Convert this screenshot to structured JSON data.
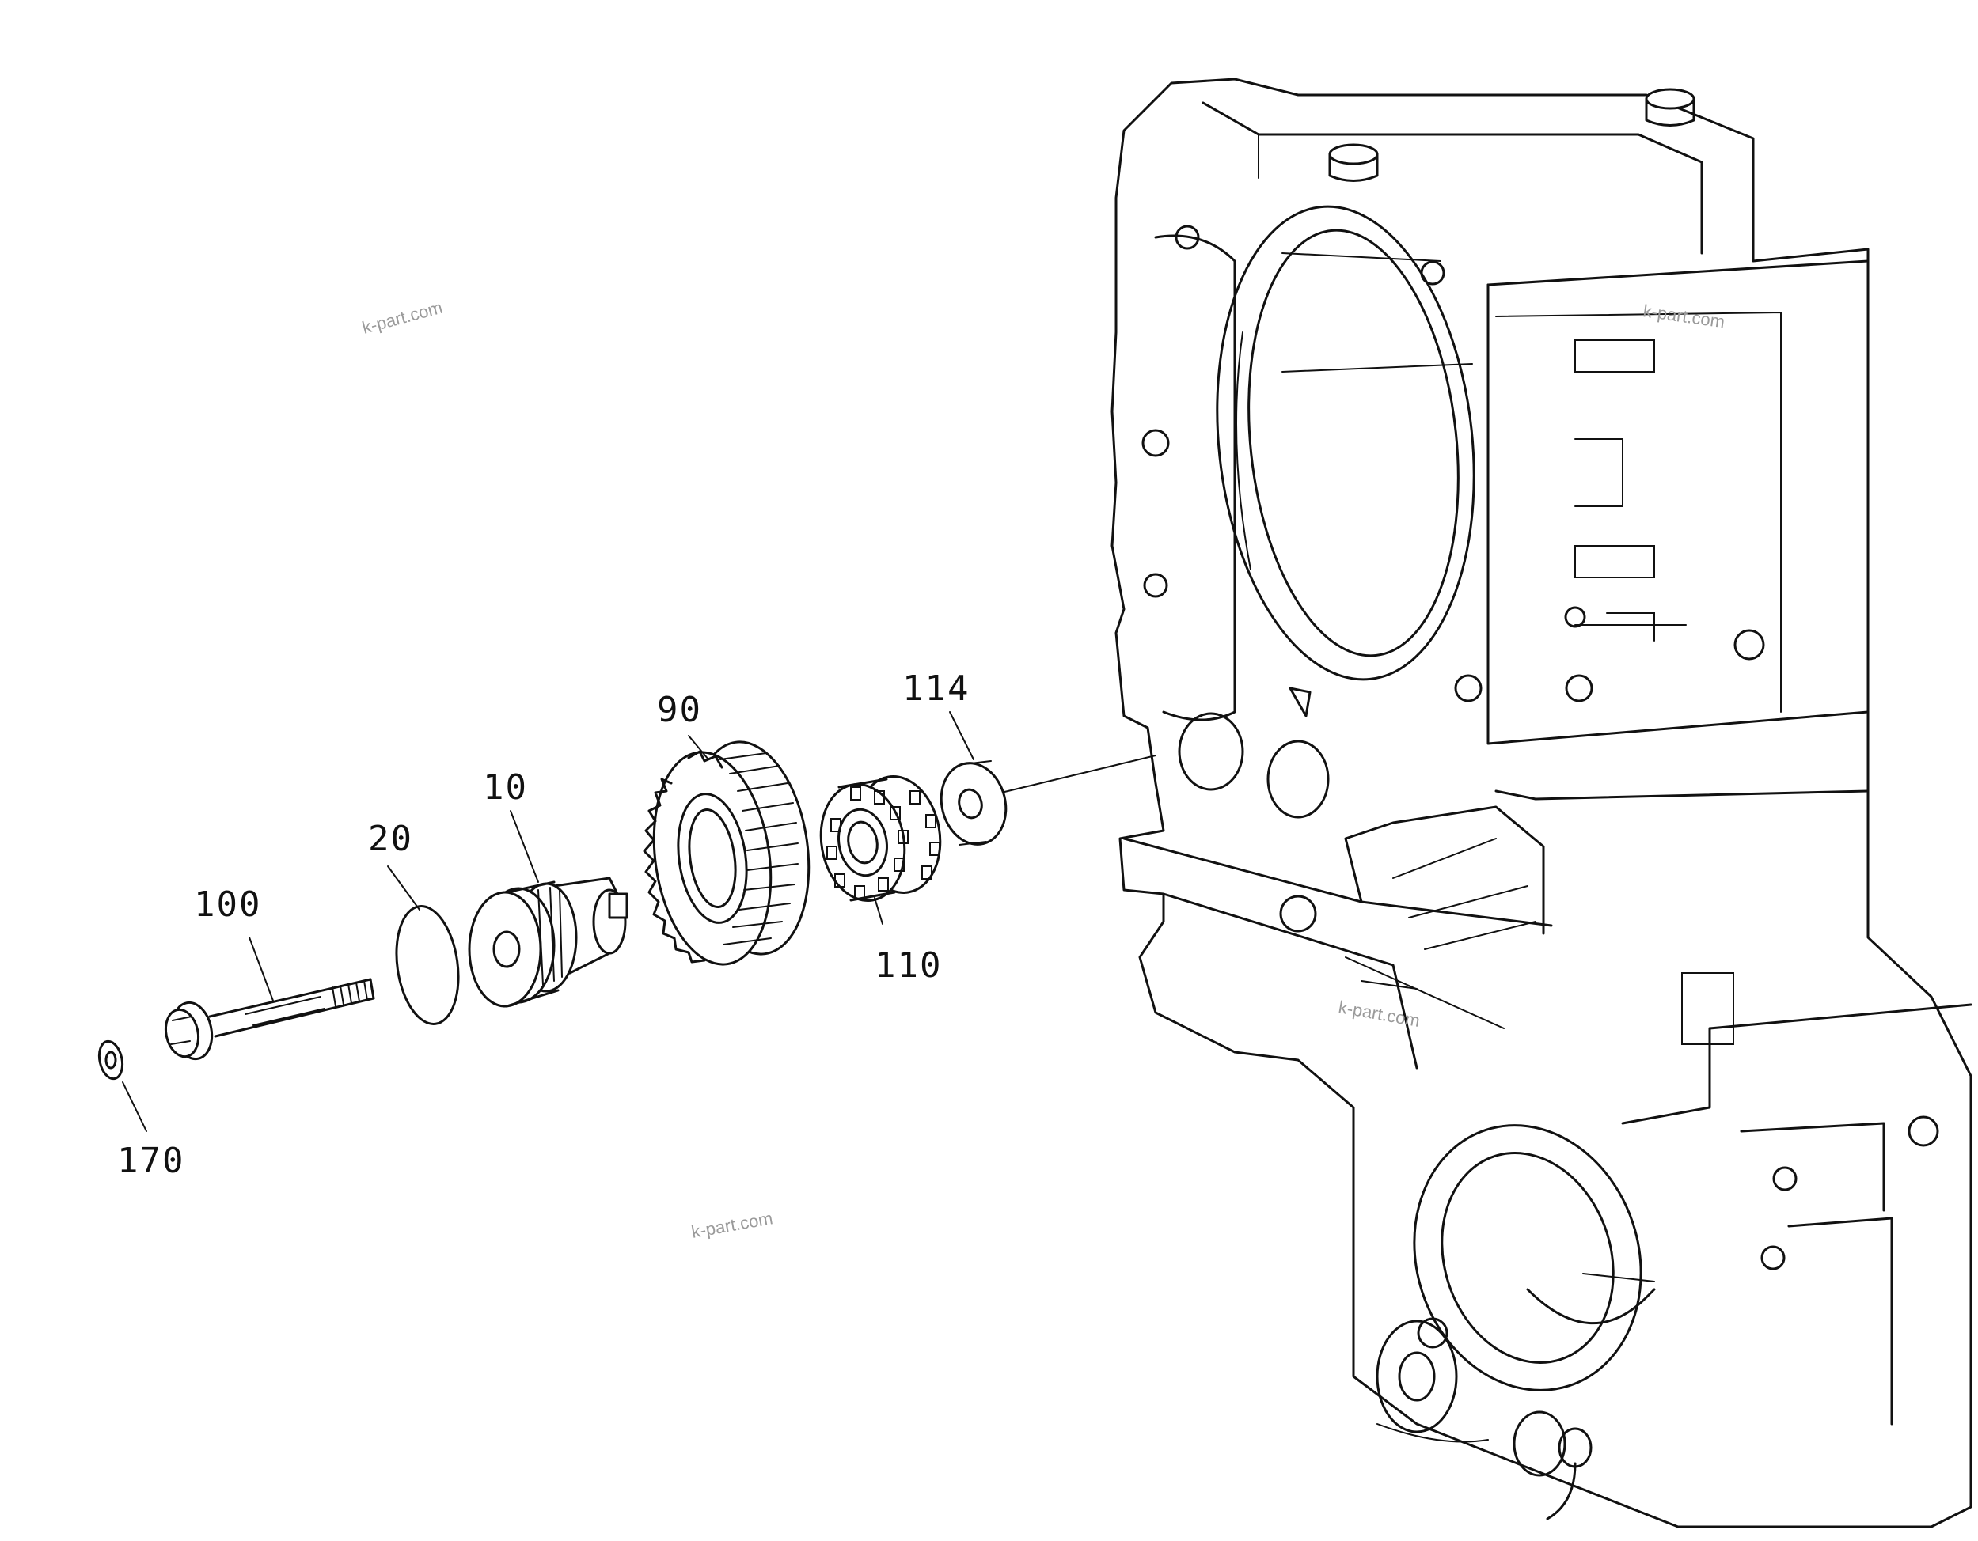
{
  "callouts": {
    "c170": "170",
    "c100": "100",
    "c20": "20",
    "c10": "10",
    "c90": "90",
    "c110": "110",
    "c114": "114"
  },
  "watermarks": {
    "w1": "k-part.com",
    "w2": "k-part.com",
    "w3": "k-part.com",
    "w4": "k-part.com"
  }
}
